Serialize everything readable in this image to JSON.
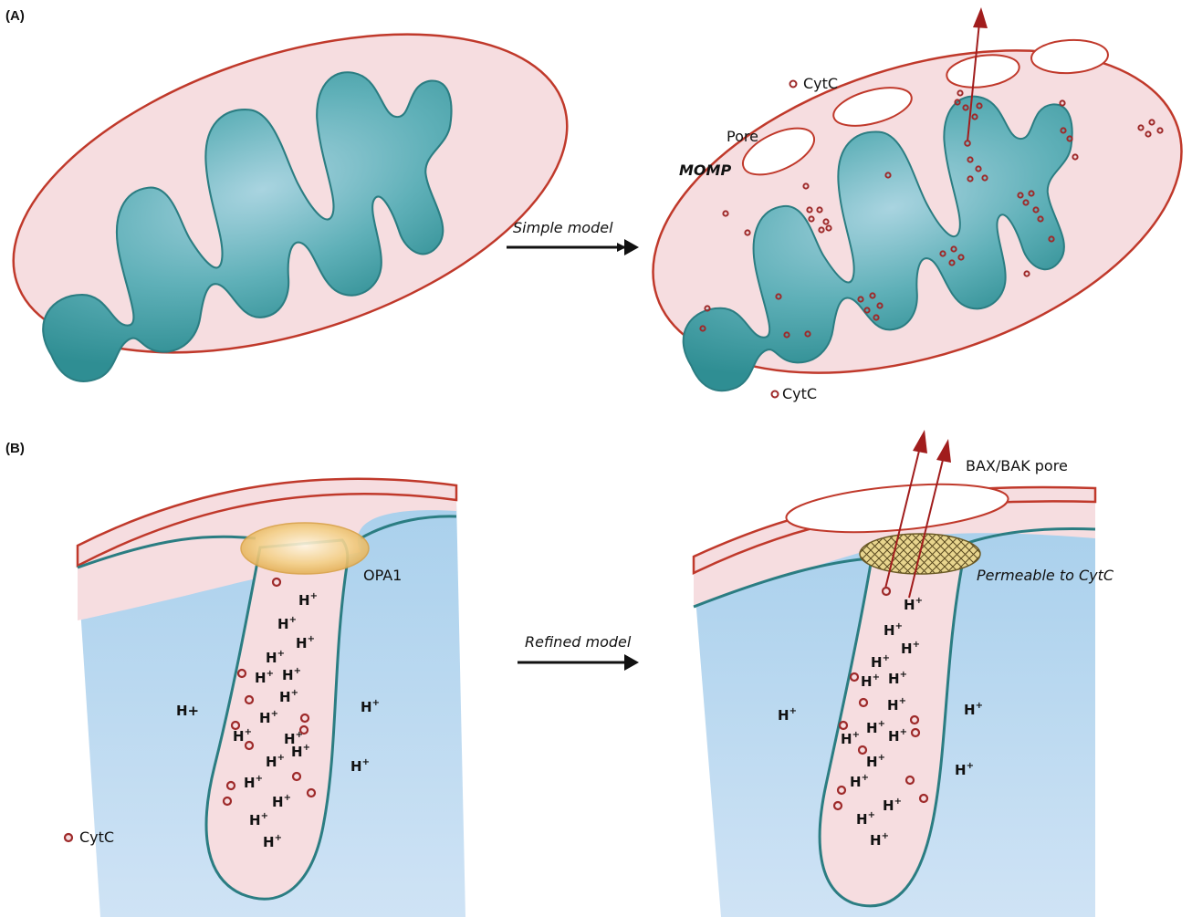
{
  "panel_a": {
    "label": "(A)",
    "arrow_label": "Simple model",
    "cytc_label_top": "CytC",
    "cytc_label_bottom": "CytC",
    "pore_label": "Pore",
    "momp_label": "MOMP"
  },
  "panel_b": {
    "label": "(B)",
    "arrow_label": "Refined model",
    "opa1_label": "OPA1",
    "bax_label": "BAX/BAK pore",
    "permeable_label": "Permeable to CytC",
    "cytc_legend": "CytC",
    "left_matrix_label": "H+",
    "h_plus_base": "H",
    "h_plus_sup": "+"
  },
  "colors": {
    "outer_membrane": "#c0392b",
    "intermembrane_fill": "#f6dde0",
    "cristae_teal": "#3f9a9e",
    "matrix_blue": "#bcd8f1",
    "opa1_gold": "#e8b75a",
    "arrow_red": "#a11d1d",
    "cytc_dot": "#9e2a2a"
  }
}
